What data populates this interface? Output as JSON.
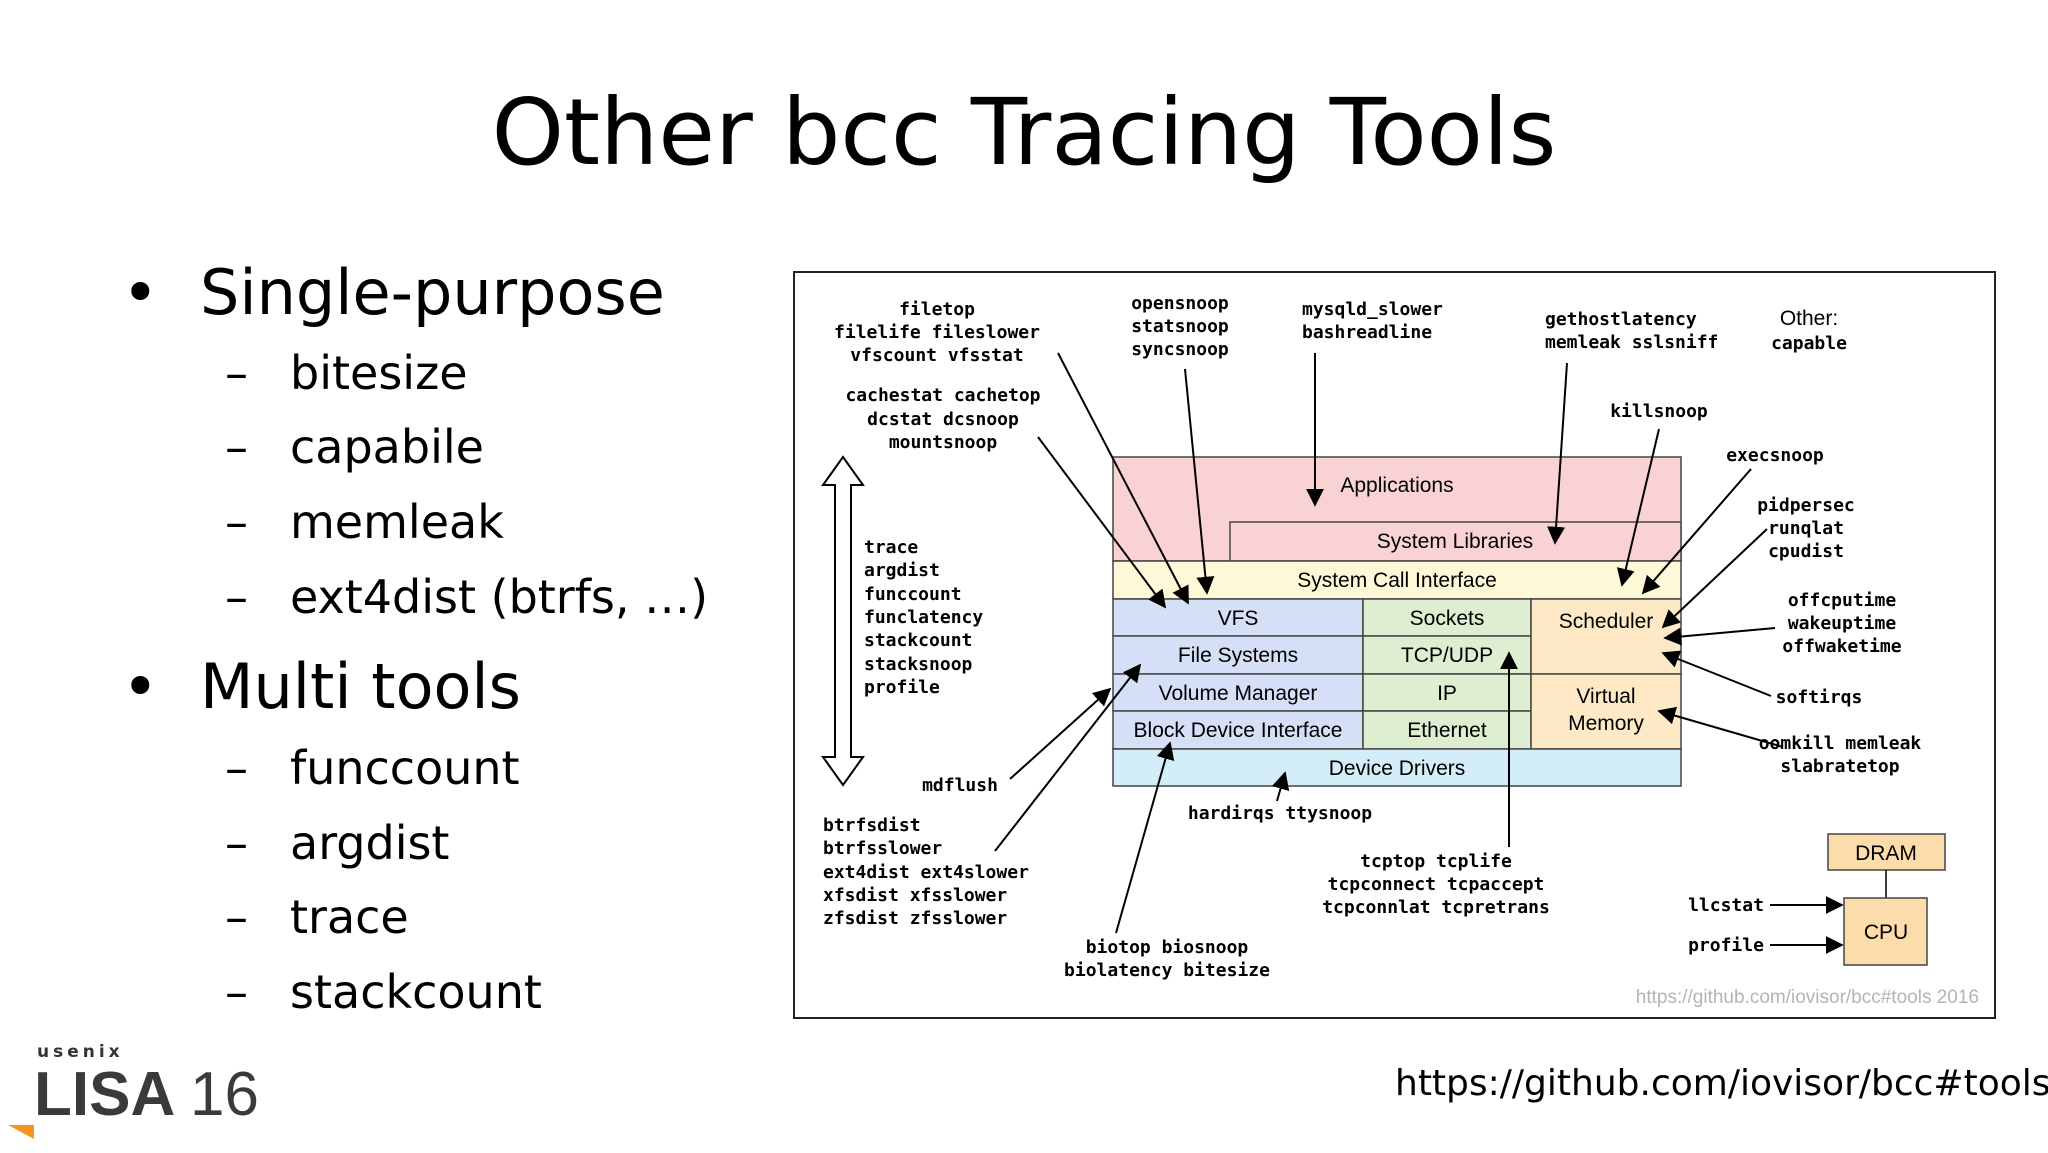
{
  "title": "Other bcc Tracing Tools",
  "bullets": [
    {
      "label": "Single-purpose",
      "items": [
        "bitesize",
        "capabile",
        "memleak",
        "ext4dist (btrfs, …)"
      ]
    },
    {
      "label": "Multi tools",
      "items": [
        "funccount",
        "argdist",
        "trace",
        "stackcount"
      ]
    }
  ],
  "bullet_glyph": "•",
  "dash_glyph": "–",
  "diagram": {
    "layers": {
      "applications": "Applications",
      "system_libraries": "System Libraries",
      "syscall": "System Call Interface",
      "vfs": "VFS",
      "file_systems": "File Systems",
      "volume_manager": "Volume Manager",
      "block_device": "Block Device Interface",
      "sockets": "Sockets",
      "tcp_udp": "TCP/UDP",
      "ip": "IP",
      "ethernet": "Ethernet",
      "scheduler": "Scheduler",
      "virtual_memory_1": "Virtual",
      "virtual_memory_2": "Memory",
      "device_drivers": "Device Drivers",
      "dram": "DRAM",
      "cpu": "CPU"
    },
    "tools": {
      "filetop": [
        "filetop",
        "filelife fileslower",
        "vfscount vfsstat"
      ],
      "cachestat": [
        "cachestat cachetop",
        "dcstat dcsnoop",
        "mountsnoop"
      ],
      "opensnoop": [
        "opensnoop",
        "statsnoop",
        "syncsnoop"
      ],
      "mysqld": [
        "mysqld_slower",
        "bashreadline"
      ],
      "gethost": [
        "gethostlatency",
        "memleak sslsniff"
      ],
      "other": [
        "Other:",
        "capable"
      ],
      "killsnoop": [
        "killsnoop"
      ],
      "execsnoop": [
        "execsnoop"
      ],
      "pidpersec": [
        "pidpersec",
        "runqlat",
        "cpudist"
      ],
      "offcpu": [
        "offcputime",
        "wakeuptime",
        "offwaketime"
      ],
      "softirqs": [
        "softirqs"
      ],
      "oomkill": [
        "oomkill memleak",
        "slabratetop"
      ],
      "multi": [
        "trace",
        "argdist",
        "funccount",
        "funclatency",
        "stackcount",
        "stacksnoop",
        "profile"
      ],
      "mdflush": [
        "mdflush"
      ],
      "btrfs": [
        "btrfsdist",
        "btrfsslower",
        "ext4dist ext4slower",
        "xfsdist xfsslower",
        "zfsdist zfsslower"
      ],
      "hardirqs": [
        "hardirqs ttysnoop"
      ],
      "tcptop": [
        "tcptop tcplife",
        "tcpconnect tcpaccept",
        "tcpconnlat tcpretrans"
      ],
      "biotop": [
        "biotop biosnoop",
        "biolatency bitesize"
      ],
      "llcstat": [
        "llcstat"
      ],
      "profile": [
        "profile"
      ]
    },
    "credit": "https://github.com/iovisor/bcc#tools 2016",
    "colors": {
      "applications": "#f9d3d3",
      "syscall": "#fdf8d8",
      "vfs_stack": "#d5e0f7",
      "network": "#ddefd0",
      "scheduler": "#fde9c6",
      "device_drivers": "#d3eef8",
      "dram_cpu": "#fcdcaa"
    }
  },
  "footer_url": "https://github.com/iovisor/bcc#tools",
  "logo": {
    "org": "usenix",
    "event": "LISA",
    "year": "16"
  }
}
